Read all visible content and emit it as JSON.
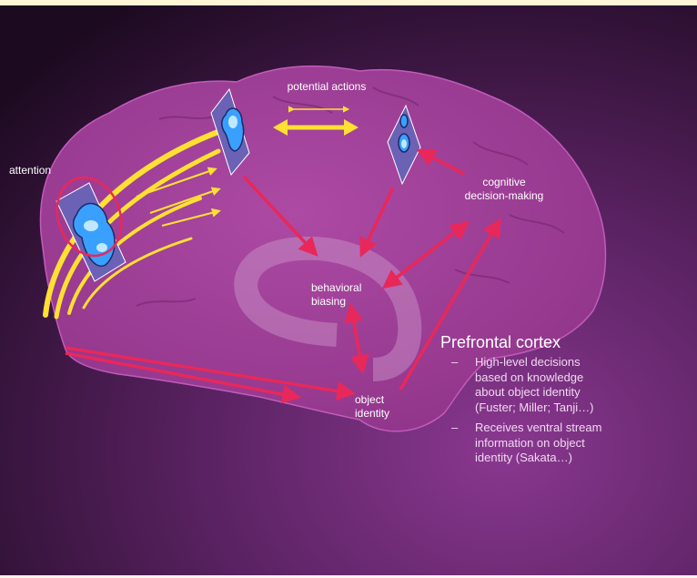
{
  "labels": {
    "potential_actions": "potential actions",
    "attention": "attention",
    "cognitive_line1": "cognitive",
    "cognitive_line2": "decision-making",
    "behavioral_line1": "behavioral",
    "behavioral_line2": "biasing",
    "object_line1": "object",
    "object_line2": "identity"
  },
  "prefrontal": {
    "title": "Prefrontal cortex",
    "bullet_marker": "–",
    "bullets": [
      [
        "High-level decisions",
        "based on knowledge",
        "about object identity",
        "(Fuster; Miller; Tanji…)"
      ],
      [
        "Receives ventral stream",
        "information on object",
        "identity (Sakata…)"
      ]
    ]
  },
  "colors": {
    "background_dark": "#1e0a22",
    "background_purple": "#7a2f80",
    "brain_fill": "#9a3a92",
    "limbic_ring": "#c58bc2",
    "yellow_arrows": "#ffe033",
    "red_arrows": "#e8285a",
    "activity_blue": "#3aa0ff",
    "plane_fill": "#6b62b5"
  }
}
